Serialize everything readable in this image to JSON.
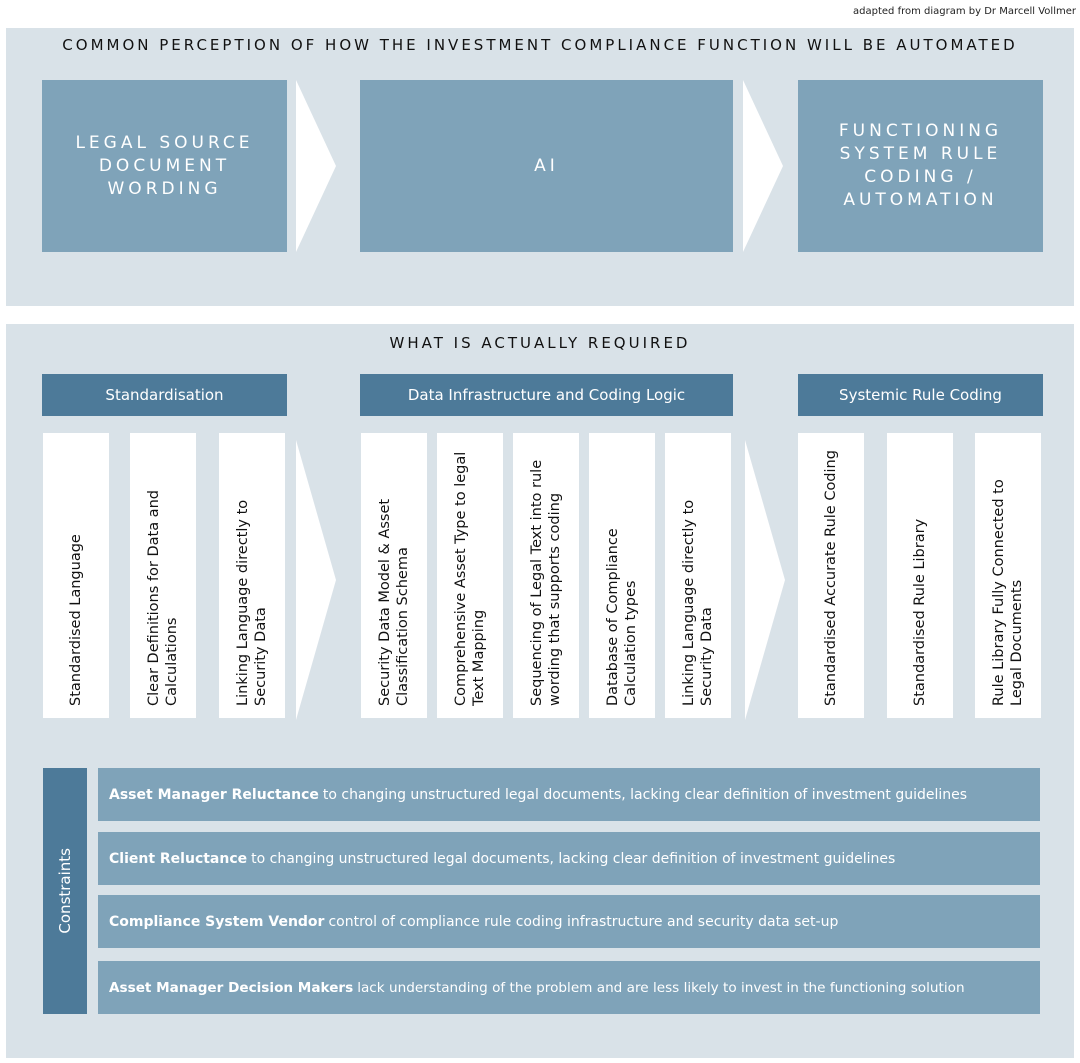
{
  "credit": "adapted from diagram by Dr Marcell Vollmer",
  "perception": {
    "title": "COMMON PERCEPTION OF HOW THE INVESTMENT COMPLIANCE FUNCTION WILL BE AUTOMATED",
    "boxes": [
      "LEGAL SOURCE DOCUMENT WORDING",
      "AI",
      "FUNCTIONING SYSTEM RULE CODING / AUTOMATION"
    ]
  },
  "required": {
    "title": "WHAT IS ACTUALLY REQUIRED",
    "groups": [
      {
        "header": "Standardisation",
        "cards": [
          "Standardised Language",
          "Clear Definitions for Data and Calculations",
          "Linking Language directly to Security Data"
        ]
      },
      {
        "header": "Data Infrastructure and Coding Logic",
        "cards": [
          "Security Data Model & Asset Classification Schema",
          "Comprehensive Asset Type to legal Text Mapping",
          "Sequencing of Legal Text into rule wording that supports coding",
          "Database of Compliance Calculation types",
          "Linking Language directly to Security Data"
        ]
      },
      {
        "header": "Systemic Rule Coding",
        "cards": [
          "Standardised Accurate Rule Coding",
          "Standardised Rule Library",
          "Rule Library Fully Connected to Legal Documents"
        ]
      }
    ]
  },
  "constraints": {
    "label": "Constraints",
    "rows": [
      {
        "bold": "Asset Manager Reluctance",
        "text": "to changing unstructured legal documents, lacking clear definition of investment guidelines"
      },
      {
        "bold": "Client Reluctance",
        "text": "to changing unstructured legal documents, lacking clear definition of investment guidelines"
      },
      {
        "bold": "Compliance System Vendor",
        "text": "control of compliance rule coding infrastructure and security data set-up"
      },
      {
        "bold": "Asset Manager Decision Makers",
        "text": "lack understanding of the problem and are less likely to invest in the functioning solution"
      }
    ]
  }
}
